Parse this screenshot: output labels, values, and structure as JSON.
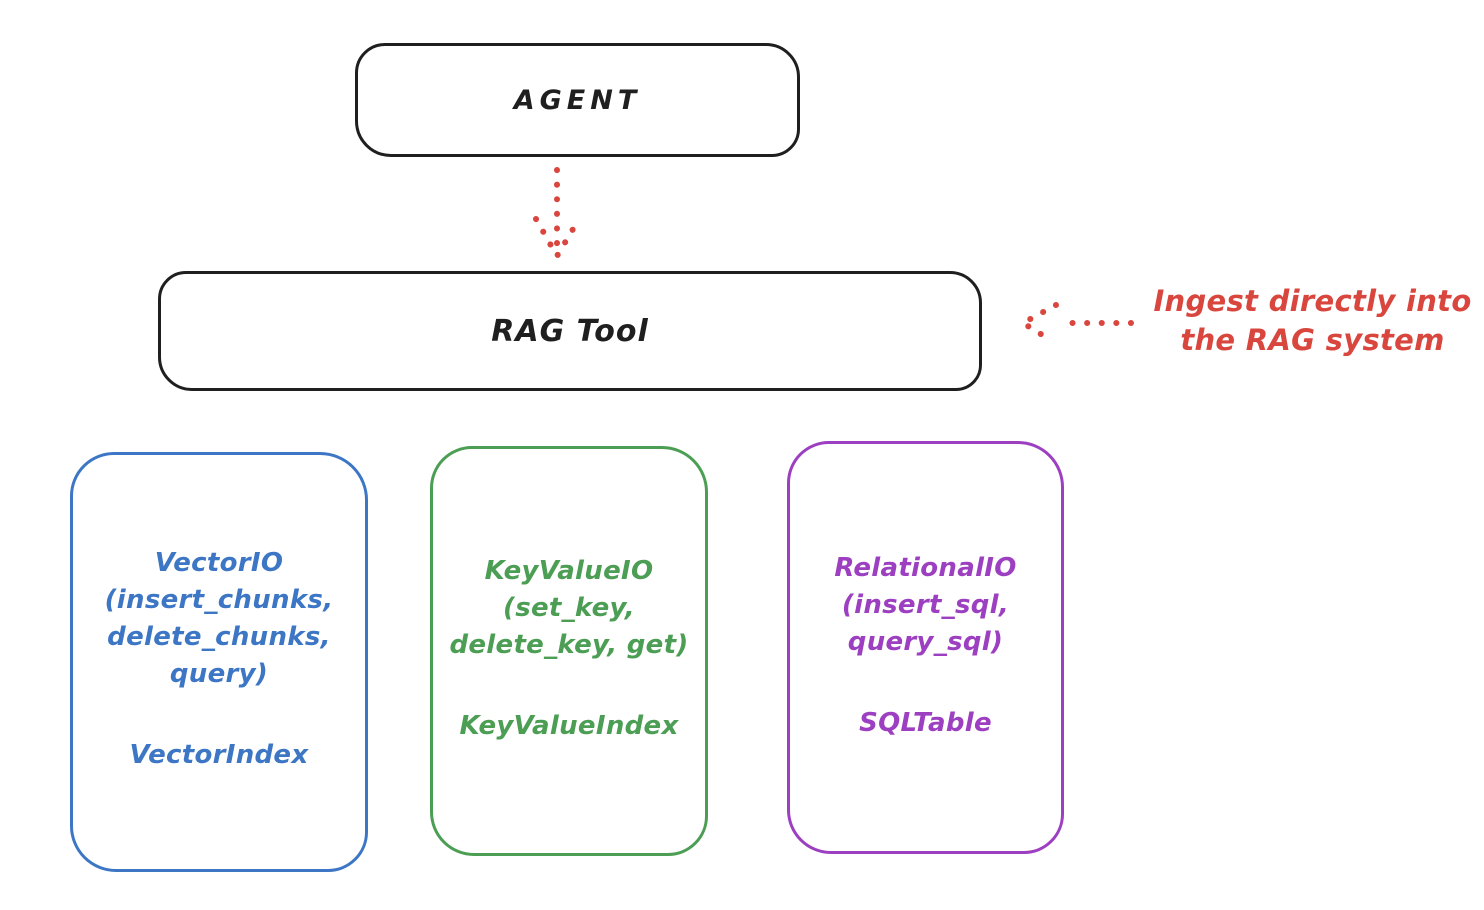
{
  "colors": {
    "ink": "#1f1f1f",
    "red": "#d9463e",
    "blue": "#3c76c4",
    "green": "#4c9e54",
    "purple": "#9c3fc0"
  },
  "nodes": {
    "agent": {
      "label": "AGENT"
    },
    "rag_tool": {
      "label": "RAG Tool"
    },
    "vector_io": {
      "lines": [
        "VectorIO",
        "(insert_chunks,",
        "delete_chunks,",
        "query)"
      ],
      "index": "VectorIndex"
    },
    "key_value_io": {
      "lines": [
        "KeyValueIO",
        "(set_key,",
        "delete_key, get)"
      ],
      "index": "KeyValueIndex"
    },
    "relational_io": {
      "lines": [
        "RelationalIO",
        "(insert_sql,",
        "query_sql)"
      ],
      "index": "SQLTable"
    }
  },
  "annotation": {
    "lines": [
      "Ingest directly into",
      "the RAG system"
    ]
  },
  "arrows": {
    "agent_to_rag_tool": "dotted-down-arrow",
    "ingest_into_rag_tool": "dotted-left-arrow"
  }
}
